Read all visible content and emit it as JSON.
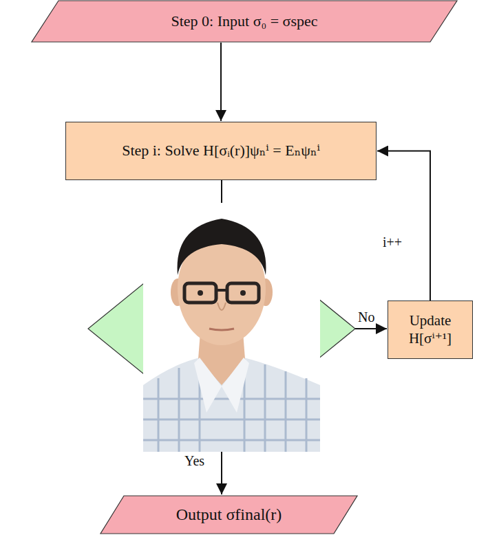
{
  "diagram": {
    "nodes": [
      {
        "text": [
          "Step 0: Input σ₀ = σspec"
        ]
      },
      {
        "text": [
          "Step i: Solve H[σᵢ(r)]ψₙⁱ = Eₙψₙⁱ"
        ]
      },
      {
        "text": [
          "Update H[σⁱ⁺¹]"
        ]
      },
      {
        "text": [
          "Output σfinal(r)"
        ]
      }
    ],
    "edges": [
      {
        "from": 0,
        "to": 1,
        "arrow": "to"
      },
      {
        "from": 2,
        "to": 1,
        "label": "i++",
        "arrow": "to"
      }
    ],
    "labels": [
      "No",
      "Yes"
    ]
  }
}
